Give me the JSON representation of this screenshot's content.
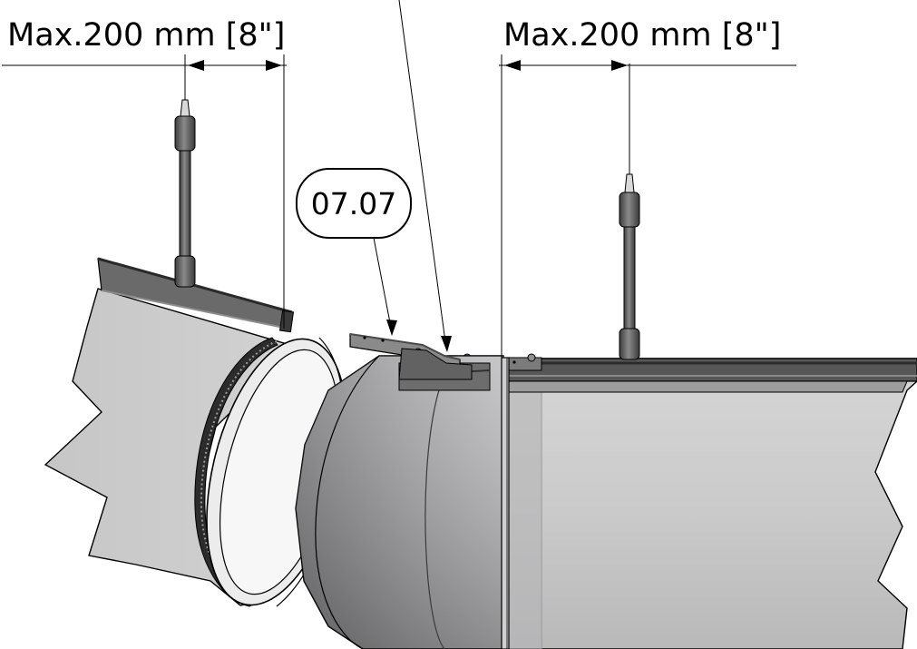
{
  "dimensions": {
    "left_label": "Max.200 mm [8\"]",
    "right_label": "Max.200 mm [8\"]"
  },
  "callout": {
    "label": "07.07"
  },
  "colors": {
    "pipe_light": "#c9c9c9",
    "pipe_shadow": "#a9a9aa",
    "rail_dark": "#5c5c5c",
    "band_dark": "#3a3a3a",
    "line": "#000000"
  }
}
